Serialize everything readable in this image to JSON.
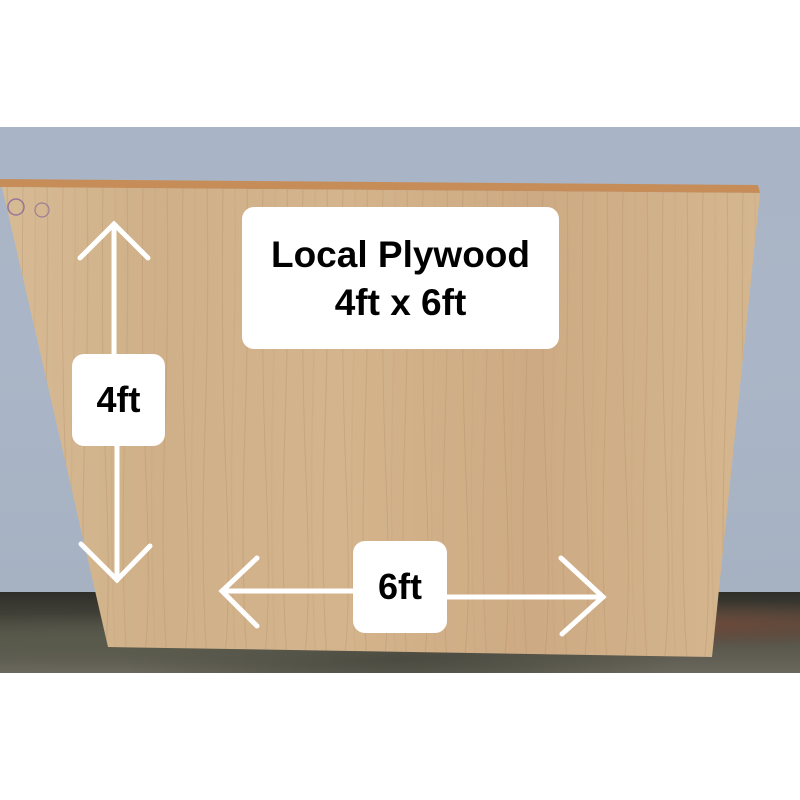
{
  "image": {
    "subject": "plywood sheet leaning against a wall",
    "title_label": {
      "line1": "Local Plywood",
      "line2": "4ft x 6ft"
    },
    "height_label": "4ft",
    "width_label": "6ft",
    "colors": {
      "wall": "#a9b5c6",
      "wood": "#d3b58e",
      "wood_edge": "#c98f5a",
      "ground": "#3f3d35",
      "label_bg": "#ffffff",
      "label_text": "#000000",
      "arrow": "#ffffff"
    }
  }
}
